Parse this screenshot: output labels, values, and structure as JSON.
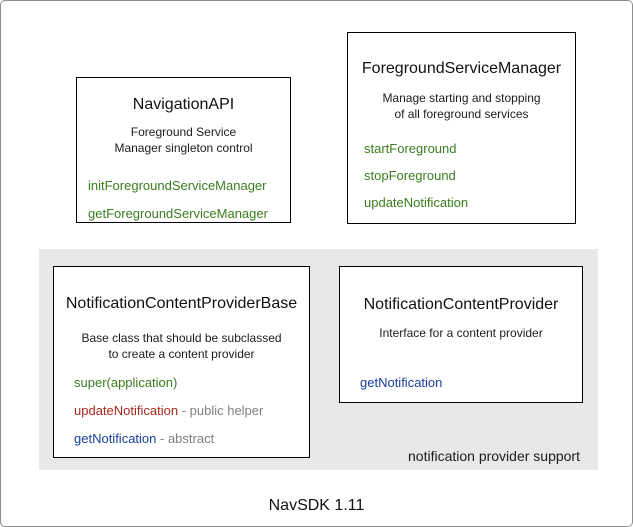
{
  "colors": {
    "method_green": "#3a7d1e",
    "method_red": "#a9281e",
    "method_blue": "#173f9b",
    "annotation_gray": "#808080",
    "panel_background": "#e8e8e8"
  },
  "boxes": {
    "navigation_api": {
      "title": "NavigationAPI",
      "description": [
        "Foreground Service",
        "Manager singleton control"
      ],
      "methods": [
        {
          "name": "initForegroundServiceManager"
        },
        {
          "name": "getForegroundServiceManager"
        }
      ]
    },
    "foreground_service_manager": {
      "title": "ForegroundServiceManager",
      "description": [
        "Manage starting and stopping",
        "of all foreground services"
      ],
      "methods": [
        {
          "name": "startForeground"
        },
        {
          "name": "stopForeground"
        },
        {
          "name": "updateNotification"
        }
      ]
    },
    "notification_content_provider_base": {
      "title": "NotificationContentProviderBase",
      "description": [
        "Base class that should be subclassed",
        "to create a content provider"
      ],
      "methods": [
        {
          "name": "super(application)"
        },
        {
          "name": "updateNotification",
          "suffix": " - public helper"
        },
        {
          "name": "getNotification",
          "suffix": " - abstract"
        }
      ]
    },
    "notification_content_provider": {
      "title": "NotificationContentProvider",
      "description": [
        "Interface for a content provider"
      ],
      "methods": [
        {
          "name": "getNotification"
        }
      ]
    }
  },
  "panel": {
    "caption": "notification provider support"
  },
  "footer": {
    "version": "NavSDK 1.11"
  }
}
